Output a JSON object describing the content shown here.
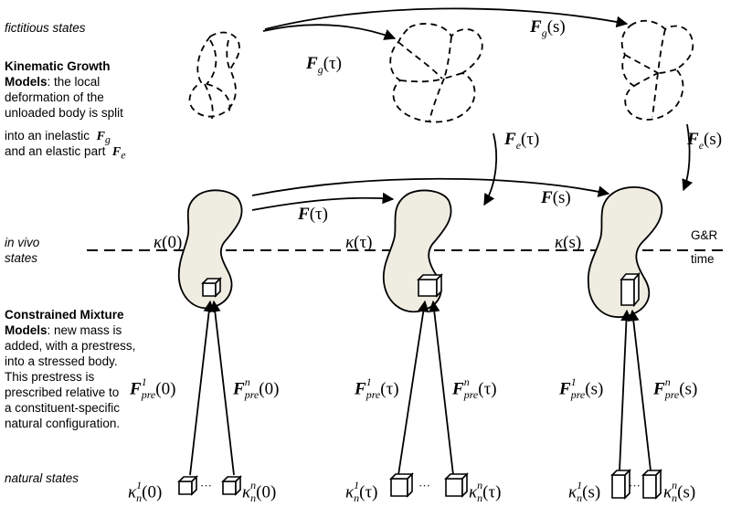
{
  "labels": {
    "fictitious_states": "fictitious states",
    "in_vivo_line1": "in vivo",
    "in_vivo_line2": "states",
    "natural_states": "natural states",
    "gr_time_line1": "G&R",
    "gr_time_line2": "time"
  },
  "kgm": {
    "heading": "Kinematic Growth",
    "heading2": "Models",
    "line1": ": the local",
    "line2": "deformation of the",
    "line3": "unloaded body is split",
    "line4": "into an inelastic",
    "line5": "and an elastic part",
    "Fg": "F",
    "g": "g",
    "Fe": "F",
    "e": "e"
  },
  "cmm": {
    "heading": "Constrained Mixture",
    "heading2": "Models",
    "line1": ": new mass is",
    "line2": "added, with a prestress,",
    "line3": "into a stressed body.",
    "line4": "This prestress is",
    "line5": "prescribed relative to",
    "line6": "a constituent-specific",
    "line7": "natural configuration."
  },
  "math": {
    "F": "F",
    "g": "g",
    "e": "e",
    "pre": "pre",
    "kappa": "κ",
    "n": "n",
    "one": "1",
    "tau_arg": "(τ)",
    "s_arg": "(s)",
    "zero_arg": "(0)",
    "dots": "···"
  },
  "colors": {
    "body_fill": "#efece1",
    "stroke": "#000000"
  }
}
